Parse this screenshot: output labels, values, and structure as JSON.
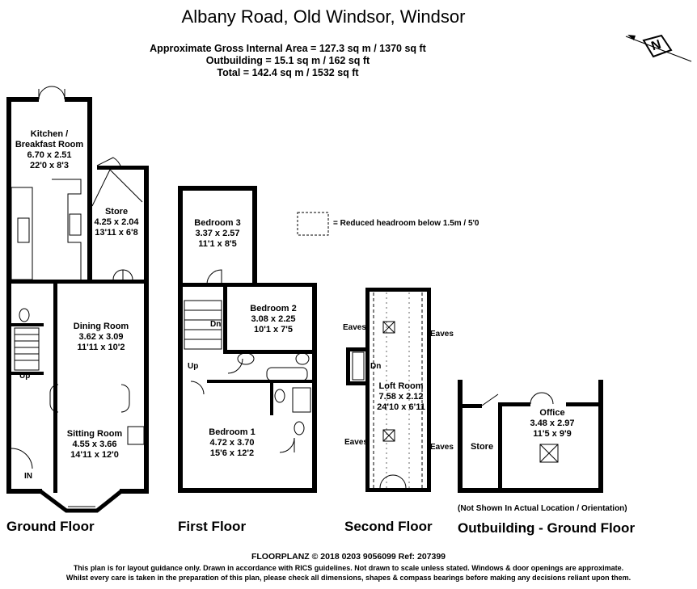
{
  "header": {
    "title": "Albany Road, Old Windsor, Windsor",
    "area_lines": [
      "Approximate Gross Internal Area = 127.3 sq m / 1370 sq ft",
      "Outbuilding = 15.1 sq m / 162 sq ft",
      "Total = 142.4 sq m / 1532 sq ft"
    ]
  },
  "compass": {
    "letter": "N",
    "icon": "north-arrow-icon"
  },
  "legend": {
    "text": "= Reduced headroom below 1.5m / 5'0"
  },
  "floors": {
    "ground": {
      "label": "Ground Floor",
      "rooms": {
        "kitchen": {
          "name": "Kitchen /",
          "name2": "Breakfast Room",
          "metric": "6.70 x 2.51",
          "imperial": "22'0 x 8'3"
        },
        "store": {
          "name": "Store",
          "metric": "4.25 x 2.04",
          "imperial": "13'11 x 6'8"
        },
        "dining": {
          "name": "Dining Room",
          "metric": "3.62 x 3.09",
          "imperial": "11'11 x 10'2"
        },
        "sitting": {
          "name": "Sitting Room",
          "metric": "4.55 x 3.66",
          "imperial": "14'11 x 12'0"
        }
      },
      "up": "Up",
      "in": "IN"
    },
    "first": {
      "label": "First Floor",
      "rooms": {
        "bed3": {
          "name": "Bedroom 3",
          "metric": "3.37 x 2.57",
          "imperial": "11'1 x 8'5"
        },
        "bed2": {
          "name": "Bedroom 2",
          "metric": "3.08 x 2.25",
          "imperial": "10'1 x 7'5"
        },
        "bed1": {
          "name": "Bedroom 1",
          "metric": "4.72 x 3.70",
          "imperial": "15'6 x 12'2"
        }
      },
      "dn": "Dn",
      "up": "Up"
    },
    "second": {
      "label": "Second Floor",
      "rooms": {
        "loft": {
          "name": "Loft Room",
          "metric": "7.58 x 2.12",
          "imperial": "24'10 x 6'11"
        }
      },
      "eaves": "Eaves",
      "dn": "Dn"
    },
    "outbuilding": {
      "label": "Outbuilding - Ground Floor",
      "note": "(Not Shown In Actual Location / Orientation)",
      "rooms": {
        "store": {
          "name": "Store"
        },
        "office": {
          "name": "Office",
          "metric": "3.48 x 2.97",
          "imperial": "11'5 x 9'9"
        }
      }
    }
  },
  "footer": {
    "credit": "FLOORPLANZ © 2018   0203 9056099   Ref: 207399",
    "line1": "This plan is for layout guidance only. Drawn in accordance with RICS guidelines. Not drawn to scale unless stated. Windows & door openings are approximate.",
    "line2": "Whilst every care is taken in the preparation of this plan, please check all dimensions, shapes & compass bearings before making any decisions reliant upon them."
  }
}
